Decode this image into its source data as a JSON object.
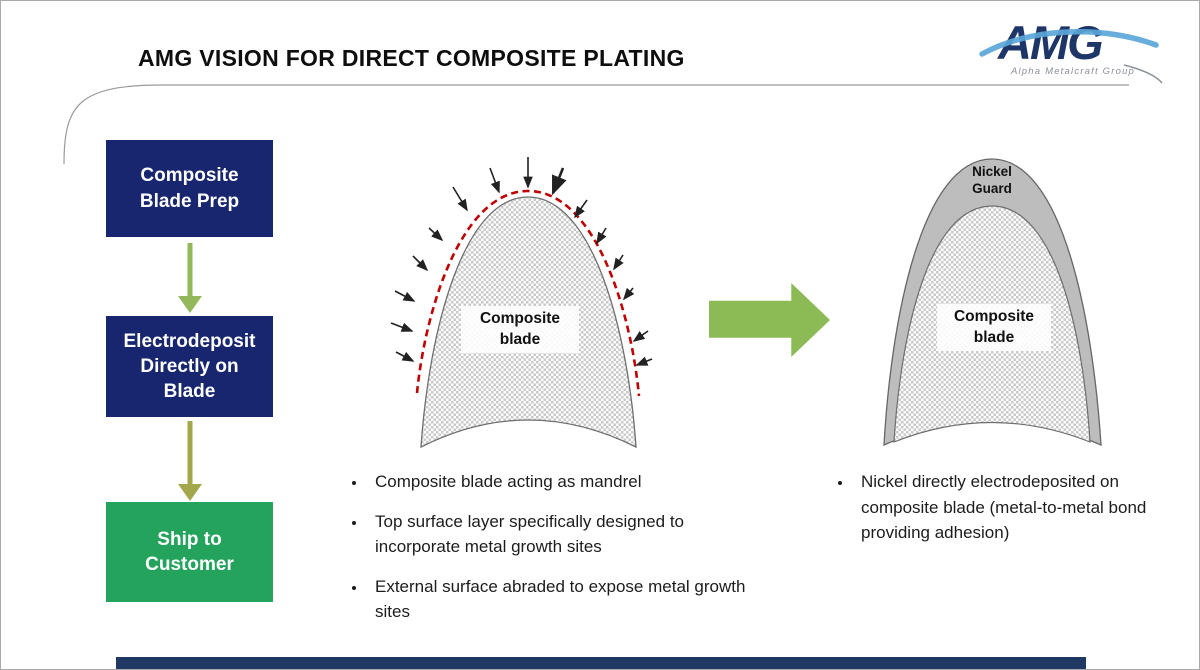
{
  "slide_title": "AMG VISION FOR DIRECT COMPOSITE PLATING",
  "logo": {
    "acronym": "AMG",
    "tagline": "Alpha Metalcraft Group",
    "navy": "#1e3567",
    "swoosh_blue": "#5ba6d8"
  },
  "flowchart": {
    "steps": [
      {
        "label": "Composite\nBlade Prep",
        "color": "#17266e"
      },
      {
        "label": "Electrodeposit\nDirectly on\nBlade",
        "color": "#17266e"
      },
      {
        "label": "Ship to\nCustomer",
        "color": "#23a35b"
      }
    ]
  },
  "process_arrow": {
    "color": "#8cba55"
  },
  "diagram_before": {
    "blade_label": "Composite\nblade",
    "outline_color": "#c00000",
    "bullets": [
      "Composite blade acting as mandrel",
      "Top surface layer specifically designed to incorporate metal growth sites",
      "External surface abraded to expose metal growth sites"
    ]
  },
  "diagram_after": {
    "guard_label": "Nickel\nGuard",
    "guard_color": "#bdbdbd",
    "blade_label": "Composite\nblade",
    "bullets": [
      "Nickel directly electrodeposited on composite blade (metal-to-metal bond providing adhesion)"
    ]
  },
  "footer_bar_color": "#1f3864"
}
